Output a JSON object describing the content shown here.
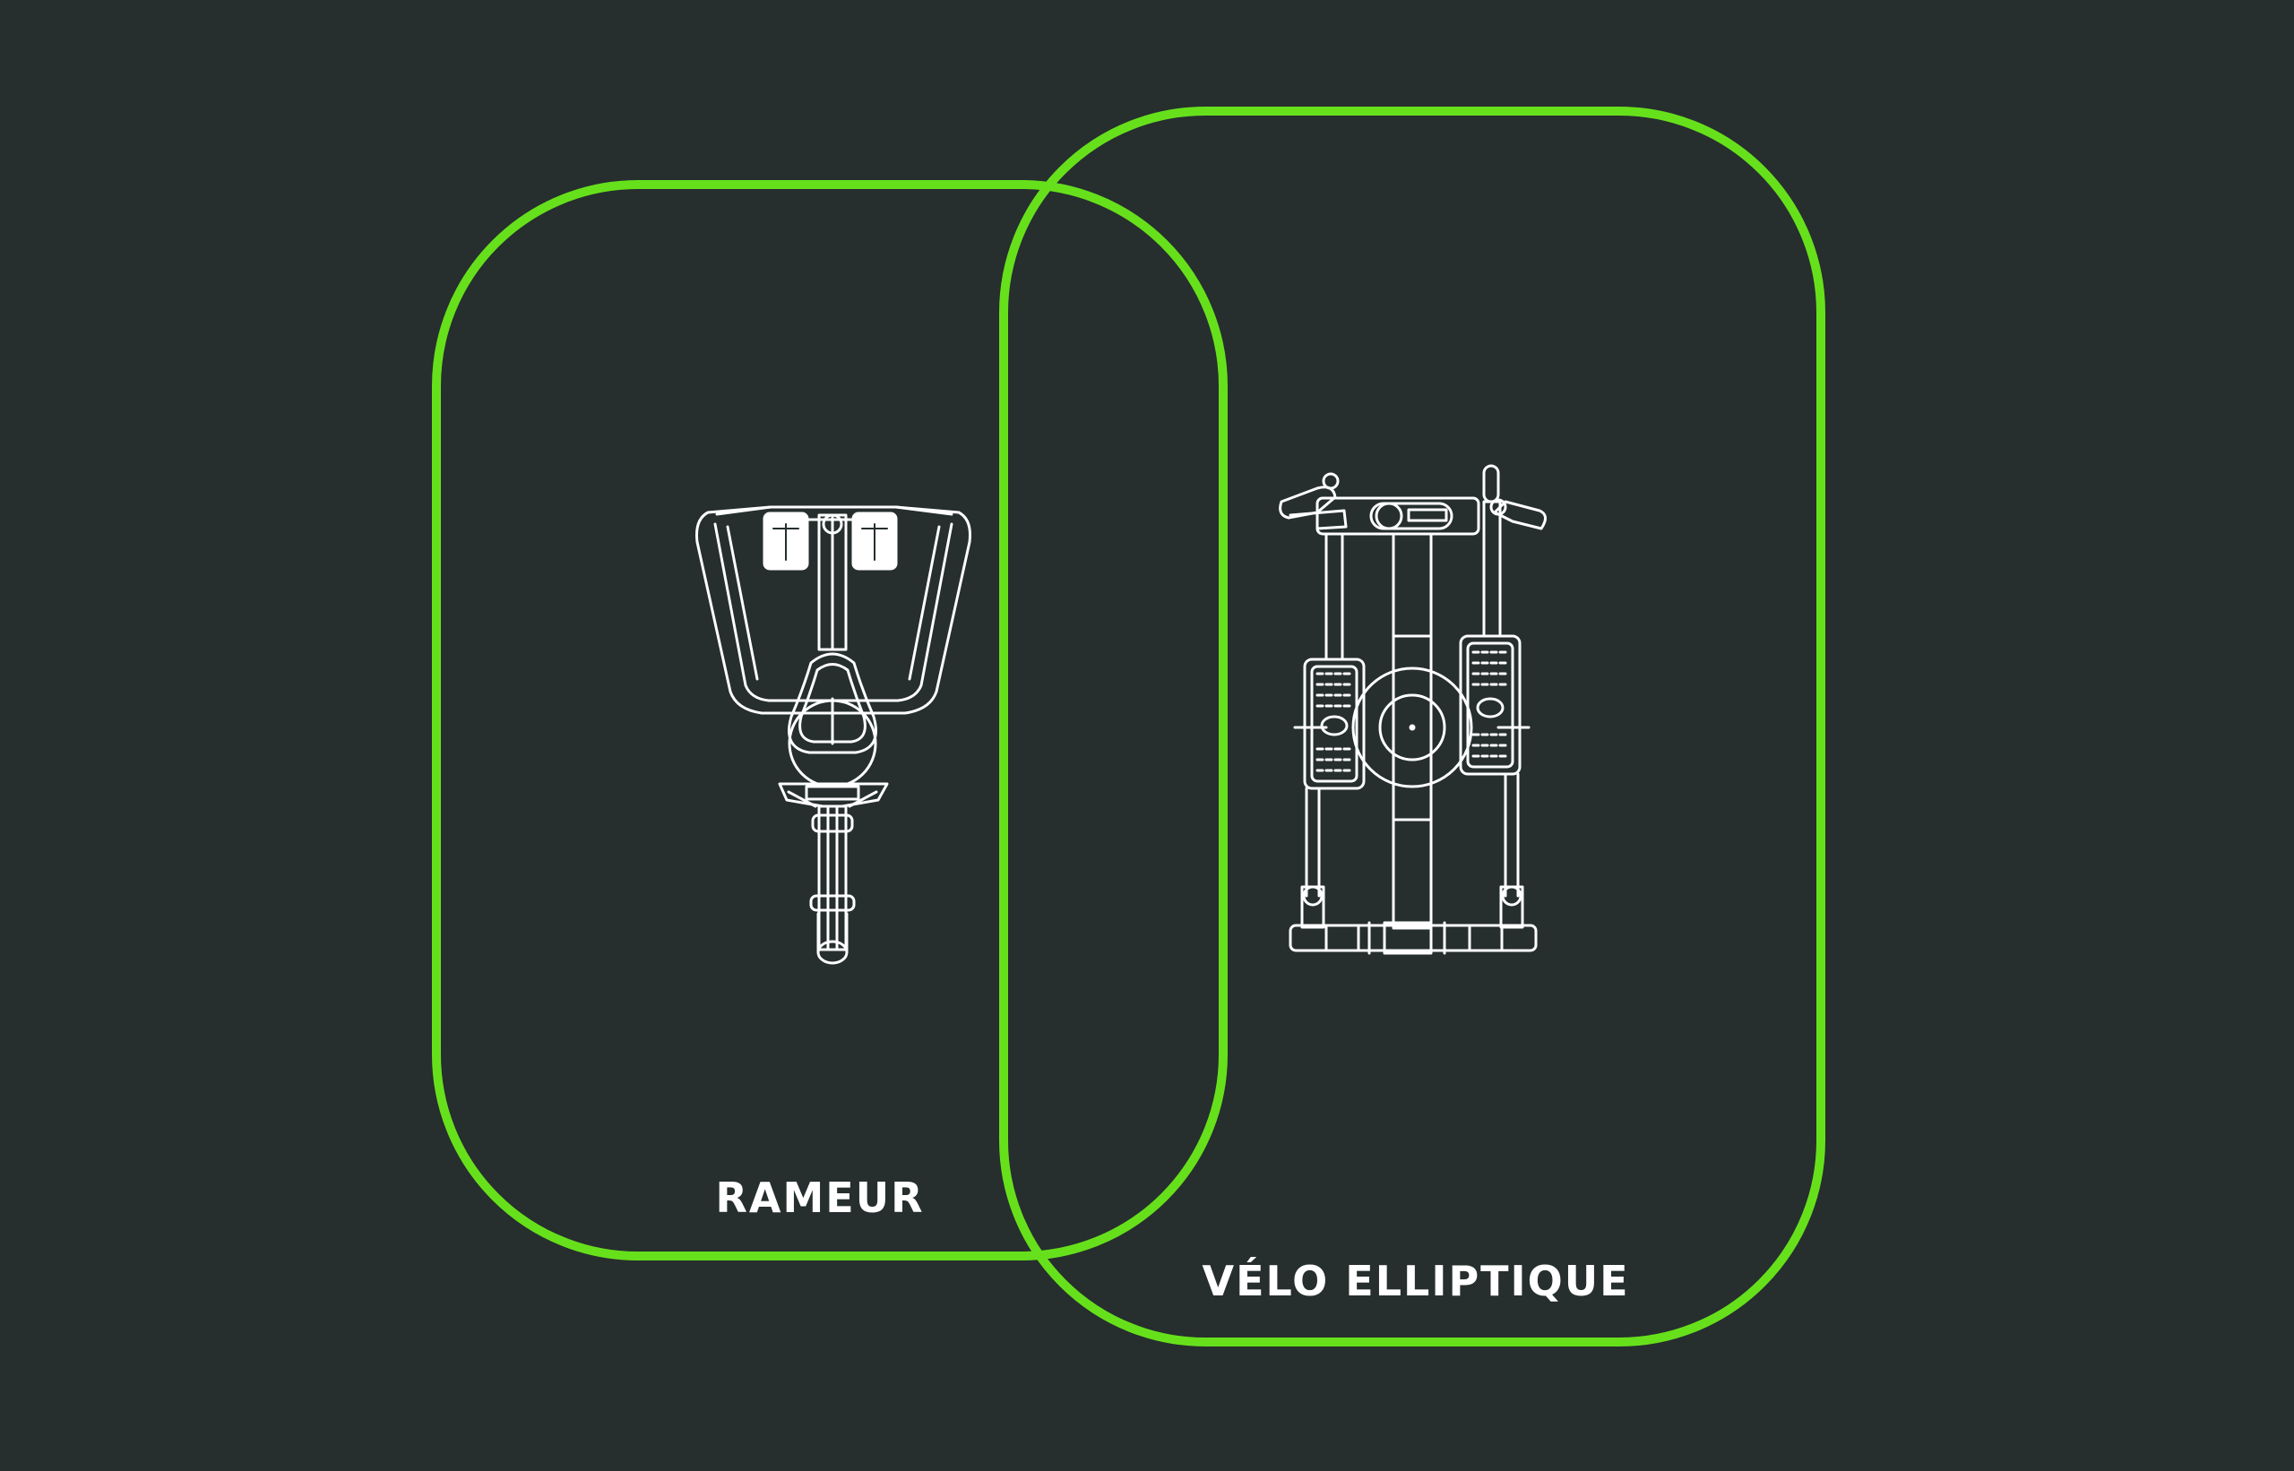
{
  "colors": {
    "background": "#262e2e",
    "outline": "#67e01c",
    "drawing": "#ffffff",
    "label": "#ffffff"
  },
  "cards": [
    {
      "id": "rameur",
      "label": "RAMEUR",
      "icon": "rowing-machine-icon"
    },
    {
      "id": "velo",
      "label": "VÉLO ELLIPTIQUE",
      "icon": "elliptical-trainer-icon"
    }
  ]
}
